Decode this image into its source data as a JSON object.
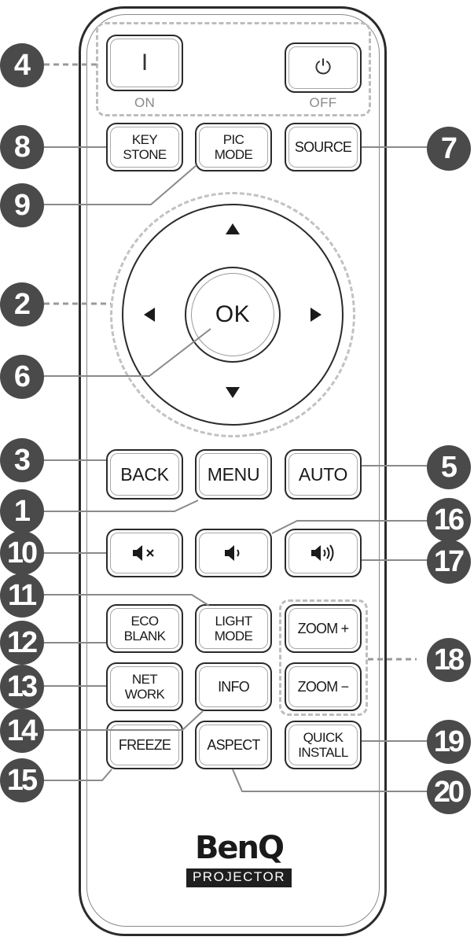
{
  "buttons": {
    "power_on": {
      "glyph": "I",
      "sublabel": "ON",
      "icon": "power-on-icon"
    },
    "power_off": {
      "glyph": "⏻",
      "sublabel": "OFF",
      "icon": "power-off-icon"
    },
    "keystone": {
      "line1": "KEY",
      "line2": "STONE"
    },
    "pic_mode": {
      "line1": "PIC",
      "line2": "MODE"
    },
    "source": {
      "label": "SOURCE"
    },
    "ok": {
      "label": "OK"
    },
    "arrows": [
      "arrow-up-icon",
      "arrow-down-icon",
      "arrow-left-icon",
      "arrow-right-icon"
    ],
    "back": {
      "label": "BACK"
    },
    "menu": {
      "label": "MENU"
    },
    "auto": {
      "label": "AUTO"
    },
    "mute": {
      "icon": "mute-icon"
    },
    "volume_down": {
      "icon": "volume-down-icon"
    },
    "volume_up": {
      "icon": "volume-up-icon"
    },
    "eco_blank": {
      "line1": "ECO",
      "line2": "BLANK"
    },
    "light_mode": {
      "line1": "LIGHT",
      "line2": "MODE"
    },
    "zoom_in": {
      "label": "ZOOM +"
    },
    "network": {
      "line1": "NET",
      "line2": "WORK"
    },
    "info": {
      "label": "INFO"
    },
    "zoom_out": {
      "label": "ZOOM −"
    },
    "freeze": {
      "label": "FREEZE"
    },
    "aspect": {
      "label": "ASPECT"
    },
    "quick_install": {
      "line1": "QUICK",
      "line2": "INSTALL"
    }
  },
  "callouts": [
    "1",
    "2",
    "3",
    "4",
    "5",
    "6",
    "7",
    "8",
    "9",
    "10",
    "11",
    "12",
    "13",
    "14",
    "15",
    "16",
    "17",
    "18",
    "19",
    "20"
  ],
  "logo": {
    "brand": "BenQ",
    "subtitle": "PROJECTOR"
  },
  "colors": {
    "callout_fill": "#4a4a4a",
    "outline": "#2a2a2a",
    "dashed_group": "#bdbdbd"
  }
}
